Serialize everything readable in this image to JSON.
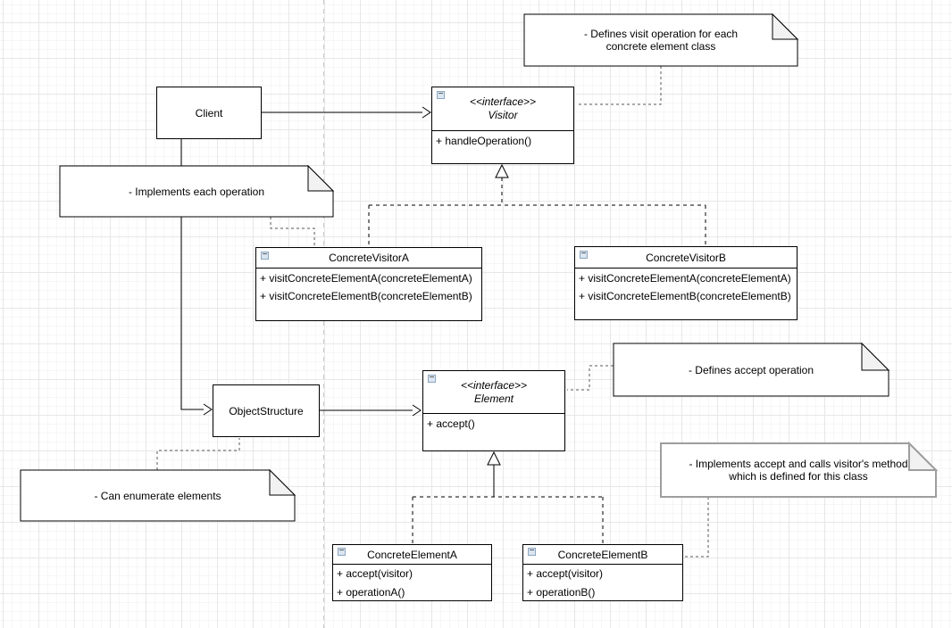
{
  "diagram": {
    "title": "Visitor design pattern UML class diagram",
    "icons": {
      "collapse": "−"
    },
    "colors": {
      "shape_stroke": "#000000",
      "highlight_note_stroke": "#9e9e9e",
      "note_fold_fill": "#f2f2f2",
      "collapse_icon_fill": "#dbe6f1",
      "page_boundary": "#c9c9c9"
    },
    "classes": {
      "client": {
        "name": "Client"
      },
      "visitor": {
        "stereotype": "<<interface>>",
        "name": "Visitor",
        "methods": [
          "+ handleOperation()"
        ]
      },
      "concreteVisitorA": {
        "name": "ConcreteVisitorA",
        "methods": [
          "+ visitConcreteElementA(concreteElementA)",
          "+ visitConcreteElementB(concreteElementB)"
        ]
      },
      "concreteVisitorB": {
        "name": "ConcreteVisitorB",
        "methods": [
          "+ visitConcreteElementA(concreteElementA)",
          "+ visitConcreteElementB(concreteElementB)"
        ]
      },
      "objectStructure": {
        "name": "ObjectStructure"
      },
      "element": {
        "stereotype": "<<interface>>",
        "name": "Element",
        "methods": [
          "+ accept()"
        ]
      },
      "concreteElementA": {
        "name": "ConcreteElementA",
        "methods": [
          "+ accept(visitor)",
          "+ operationA()"
        ]
      },
      "concreteElementB": {
        "name": "ConcreteElementB",
        "methods": [
          "+ accept(visitor)",
          "+ operationB()"
        ]
      }
    },
    "notes": {
      "defines_visit": "- Defines visit operation for each\nconcrete element class",
      "implements_each": "- Implements each operation",
      "defines_accept": "- Defines accept operation",
      "can_enumerate": "- Can enumerate elements",
      "implements_accept": "- Implements accept and calls visitor's method\nwhich is defined for this class"
    }
  }
}
